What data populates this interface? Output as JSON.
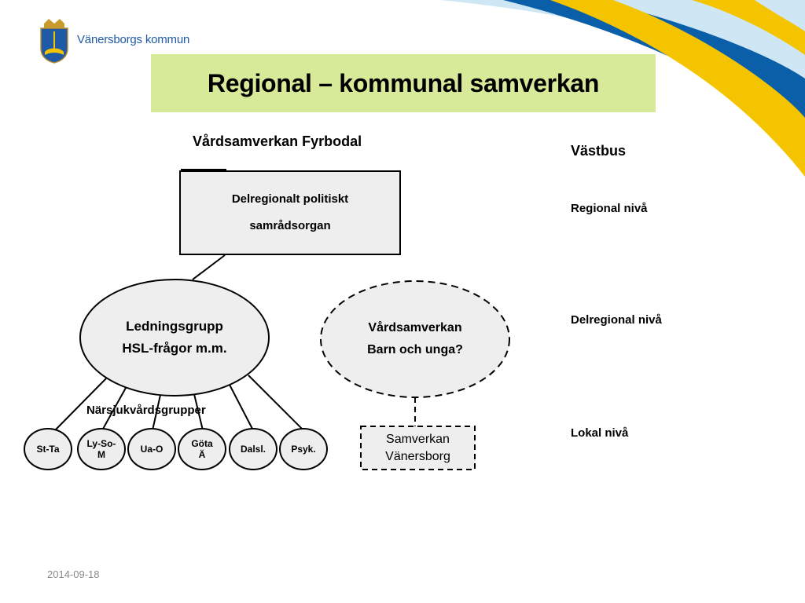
{
  "org": {
    "name": "Vänersborgs kommun"
  },
  "slide": {
    "title": "Regional – kommunal samverkan",
    "date": "2014-09-18"
  },
  "headings": {
    "left": "Vårdsamverkan Fyrbodal",
    "right": "Västbus"
  },
  "levels": [
    "Regional nivå",
    "Delregional nivå",
    "Lokal nivå"
  ],
  "nodes": {
    "top_box": [
      "Delregionalt politiskt",
      "samrådsorgan"
    ],
    "ledning": [
      "Ledningsgrupp",
      "HSL-frågor m.m."
    ],
    "vardsamverkan": [
      "Vårdsamverkan",
      "Barn och unga?"
    ],
    "samverkan_local": [
      "Samverkan",
      "Vänersborg"
    ],
    "narsjuk_label": "Närsjukvårdsgrupper",
    "groups": [
      [
        "St-Ta"
      ],
      [
        "Ly-So-",
        "M"
      ],
      [
        "Ua-O"
      ],
      [
        "Göta",
        "Ä"
      ],
      [
        "Dalsl."
      ],
      [
        "Psyk."
      ]
    ]
  },
  "colors": {
    "title_bg": "#d7ea9a",
    "node_fill": "#eeeeee",
    "brand_blue": "#1f5aa6",
    "swoosh_blue": "#0a5fa8",
    "swoosh_yellow": "#f5c400"
  }
}
